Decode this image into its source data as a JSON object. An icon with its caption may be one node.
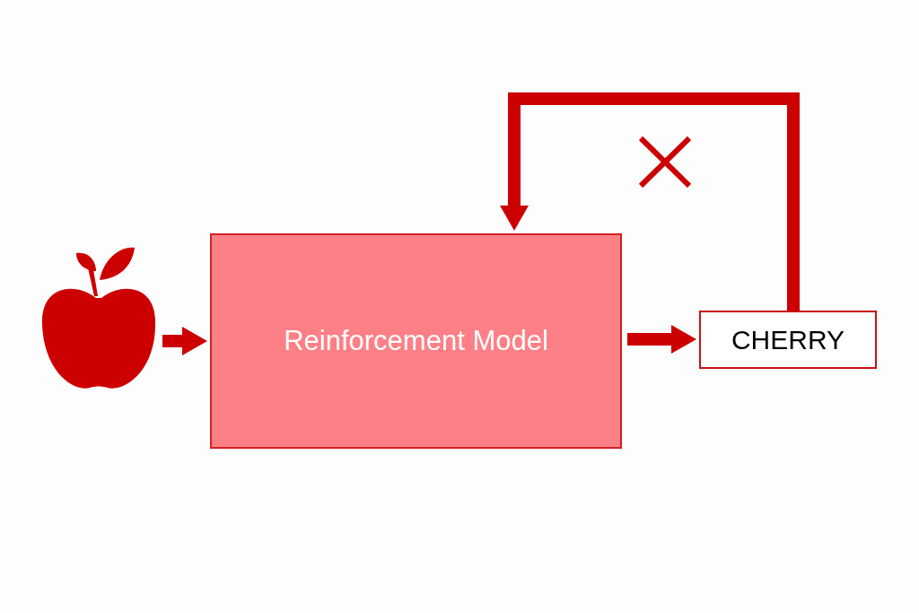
{
  "diagram": {
    "nodes": [
      {
        "text": [],
        "shape": "picture"
      },
      {
        "text": [
          "Reinforcement Model"
        ]
      },
      {
        "text": [
          "CHERRY"
        ]
      }
    ],
    "edges": [
      {
        "from": 0,
        "to": 1,
        "arrow": "to"
      },
      {
        "from": 1,
        "to": 2,
        "arrow": "to"
      },
      {
        "from": 2,
        "to": 1,
        "arrow": "to"
      }
    ]
  }
}
